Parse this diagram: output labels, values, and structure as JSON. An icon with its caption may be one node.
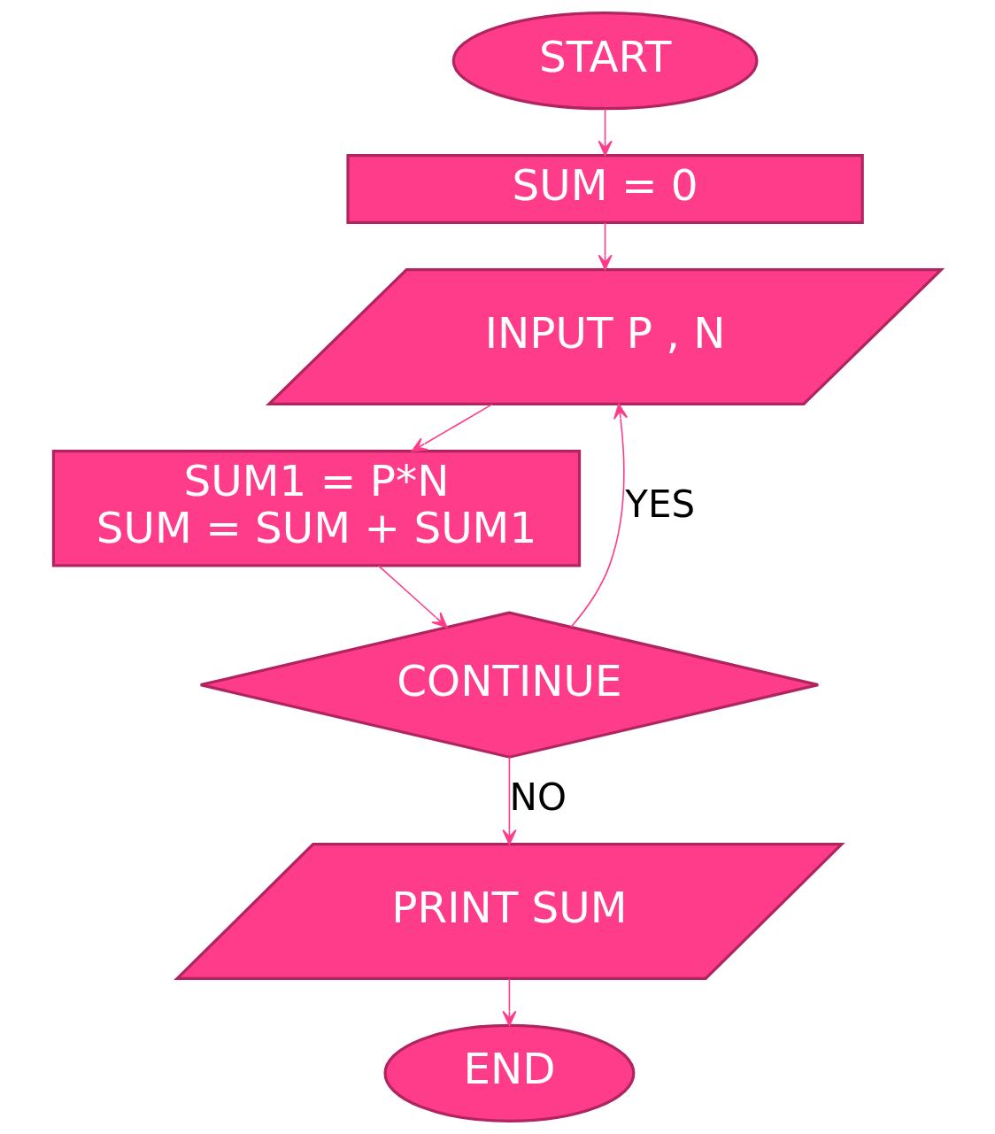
{
  "diagram": {
    "nodes": [
      {
        "text": [
          "START"
        ]
      },
      {
        "text": [
          "SUM = 0"
        ]
      },
      {
        "text": [
          "INPUT P , N"
        ]
      },
      {
        "text": [
          "SUM1 = P*N",
          "SUM = SUM + SUM1"
        ]
      },
      {
        "text": [
          "CONTINUE"
        ]
      },
      {
        "text": [
          "PRINT SUM"
        ]
      },
      {
        "text": [
          "END"
        ]
      }
    ],
    "edges": [
      {
        "from": 0,
        "to": 1,
        "arrow": "to"
      },
      {
        "from": 1,
        "to": 2,
        "arrow": "to"
      },
      {
        "from": 2,
        "to": 3,
        "arrow": "to"
      },
      {
        "from": 3,
        "to": 4,
        "arrow": "to"
      },
      {
        "from": 4,
        "to": 2,
        "arrow": "to",
        "label": "YES"
      },
      {
        "from": 4,
        "to": 5,
        "arrow": "to",
        "label": "NO"
      },
      {
        "from": 5,
        "to": 6,
        "arrow": "to"
      }
    ]
  }
}
